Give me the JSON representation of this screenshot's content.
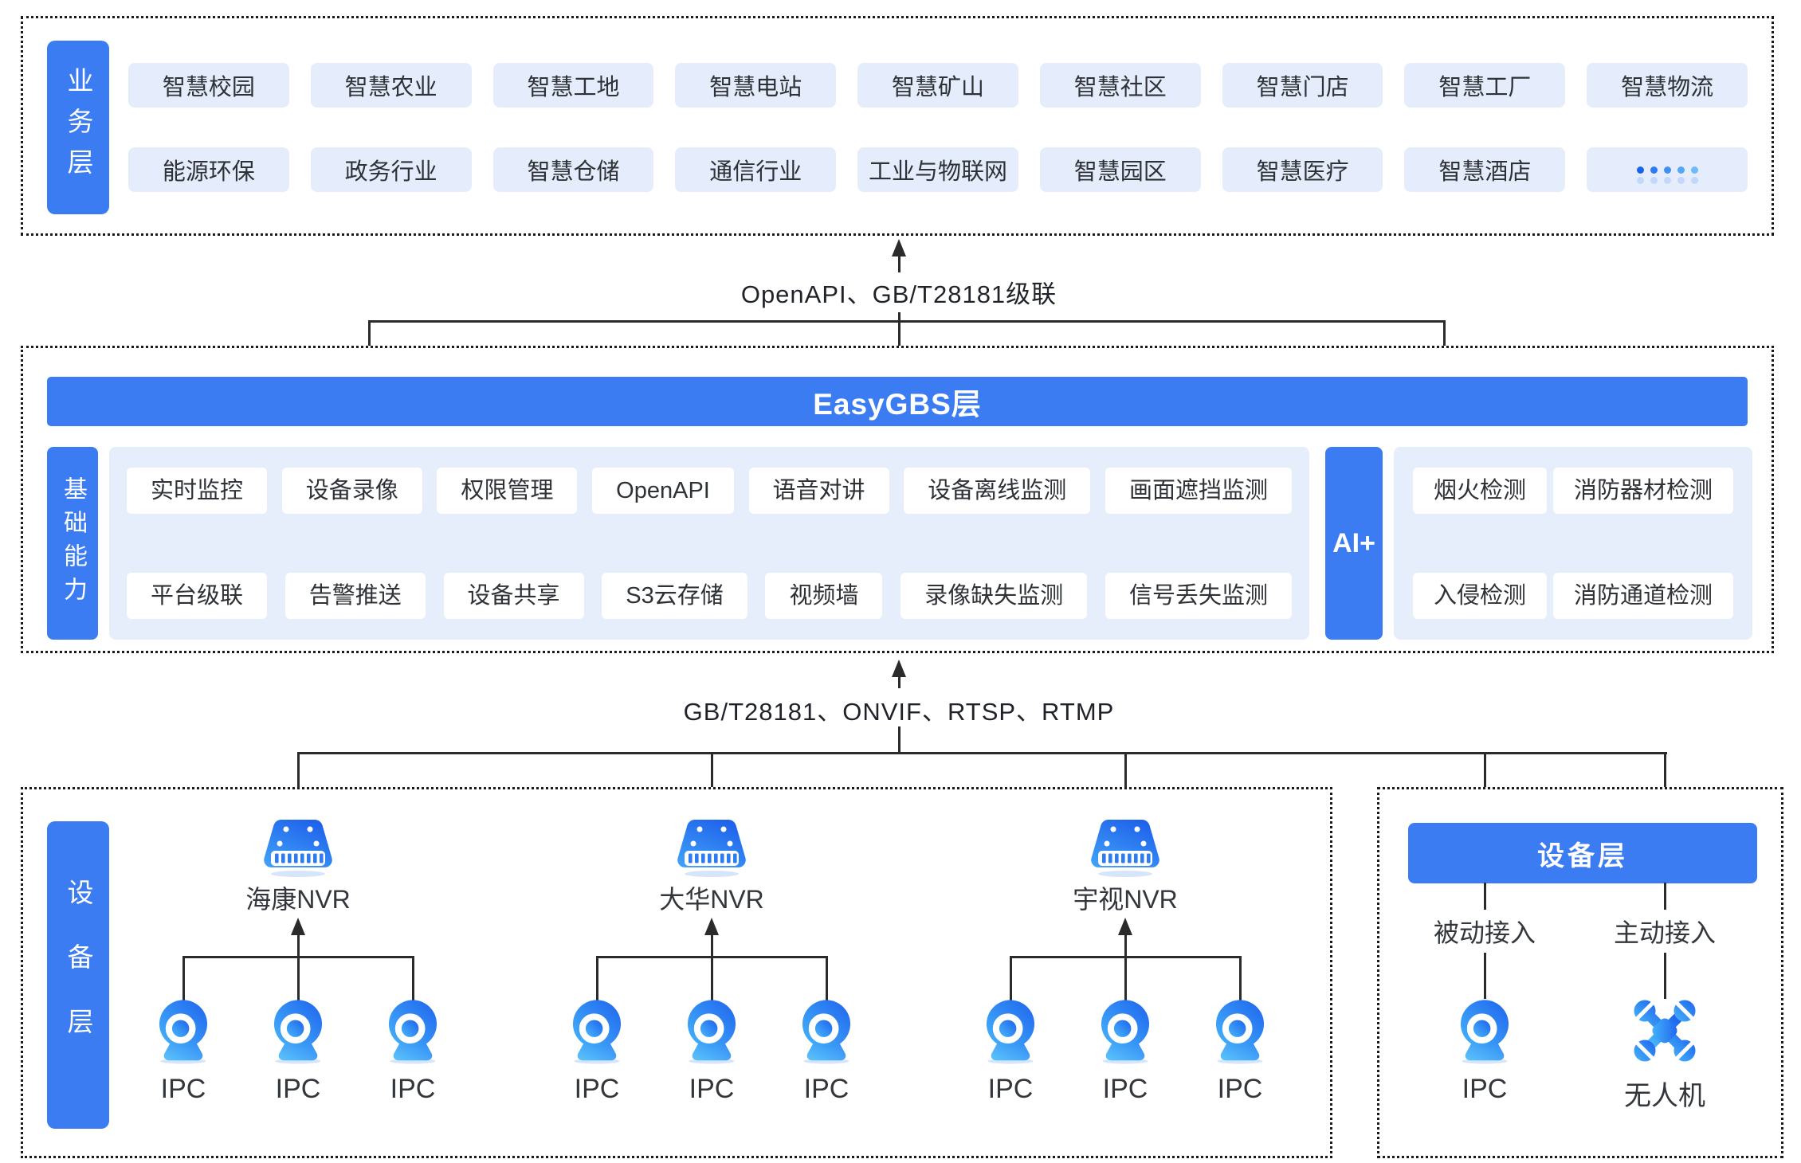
{
  "colors": {
    "accent_blue": "#3C7CF3",
    "chip_bg": "#E5EDFC",
    "panel_bg": "#E7EEFB",
    "line": "#2B2B2B"
  },
  "business_layer": {
    "sidebar": "业务层",
    "row1": [
      "智慧校园",
      "智慧农业",
      "智慧工地",
      "智慧电站",
      "智慧矿山",
      "智慧社区",
      "智慧门店",
      "智慧工厂",
      "智慧物流"
    ],
    "row2": [
      "能源环保",
      "政务行业",
      "智慧仓储",
      "通信行业",
      "工业与物联网",
      "智慧园区",
      "智慧医疗",
      "智慧酒店"
    ],
    "more": "·····"
  },
  "connectors": {
    "top_label": "OpenAPI、GB/T28181级联",
    "bottom_label": "GB/T28181、ONVIF、RTSP、RTMP"
  },
  "easygbs_layer": {
    "title": "EasyGBS层",
    "capability_sidebar": "基础能力",
    "capabilities_row1": [
      "实时监控",
      "设备录像",
      "权限管理",
      "OpenAPI",
      "语音对讲",
      "设备离线监测",
      "画面遮挡监测"
    ],
    "capabilities_row2": [
      "平台级联",
      "告警推送",
      "设备共享",
      "S3云存储",
      "视频墙",
      "录像缺失监测",
      "信号丢失监测"
    ],
    "ai_sidebar": "AI+",
    "ai_row1": [
      "烟火检测",
      "消防器材检测"
    ],
    "ai_row2": [
      "入侵检测",
      "消防通道检测"
    ]
  },
  "device_layer": {
    "sidebar": "设备层",
    "nvr_groups": [
      {
        "name": "海康NVR",
        "cameras": [
          "IPC",
          "IPC",
          "IPC"
        ]
      },
      {
        "name": "大华NVR",
        "cameras": [
          "IPC",
          "IPC",
          "IPC"
        ]
      },
      {
        "name": "宇视NVR",
        "cameras": [
          "IPC",
          "IPC",
          "IPC"
        ]
      }
    ],
    "right_panel": {
      "title": "设备层",
      "passive_label": "被动接入",
      "active_label": "主动接入",
      "passive_device_label": "IPC",
      "active_device_label": "无人机"
    }
  }
}
